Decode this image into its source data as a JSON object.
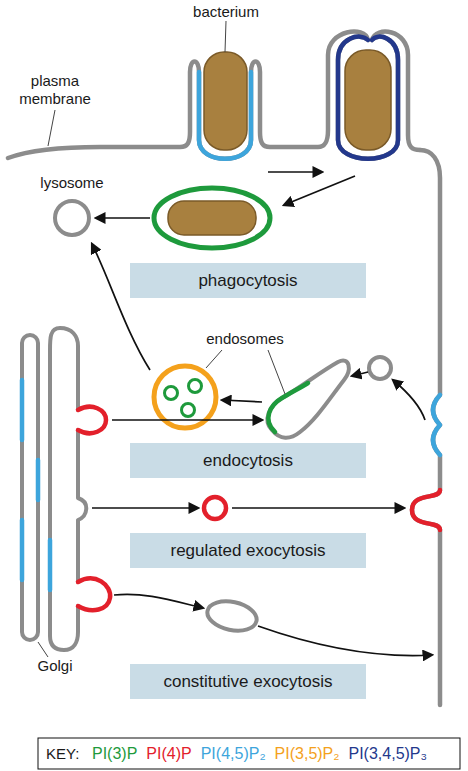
{
  "diagram": {
    "nodes": [
      {
        "text": [
          "phagocytosis"
        ]
      },
      {
        "text": [
          "endocytosis"
        ]
      },
      {
        "text": [
          "regulated exocytosis"
        ]
      },
      {
        "text": [
          "constitutive exocytosis"
        ]
      }
    ],
    "labels": [
      "bacterium",
      "plasma membrane",
      "lysosome",
      "endosomes",
      "Golgi",
      "KEY:"
    ],
    "legend": [
      {
        "text": "PI(3)P",
        "color": "#1e9a3c"
      },
      {
        "text": "PI(4)P",
        "color": "#e3202b"
      },
      {
        "text": "PI(4,5)P₂",
        "color": "#3da5dc"
      },
      {
        "text": "PI(3,5)P₂",
        "color": "#f4a11c"
      },
      {
        "text": "PI(3,4,5)P₃",
        "color": "#23388c"
      }
    ]
  }
}
